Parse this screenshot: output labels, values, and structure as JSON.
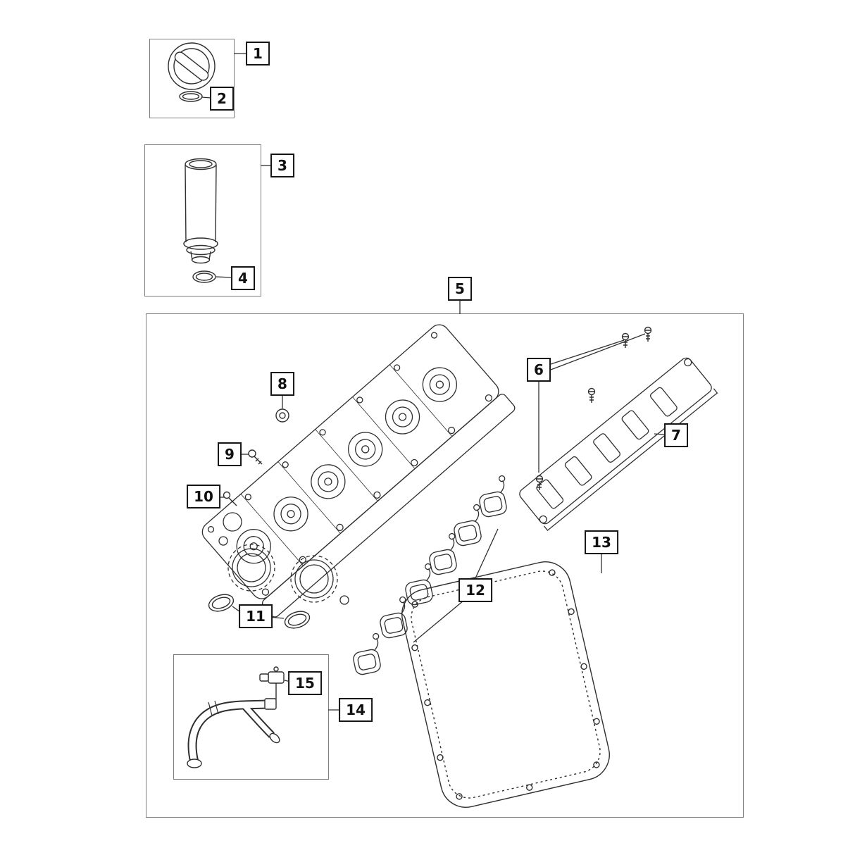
{
  "diagram": {
    "callouts": [
      {
        "label": "1"
      },
      {
        "label": "2"
      },
      {
        "label": "3"
      },
      {
        "label": "4"
      },
      {
        "label": "5"
      },
      {
        "label": "6"
      },
      {
        "label": "7"
      },
      {
        "label": "8"
      },
      {
        "label": "9"
      },
      {
        "label": "10"
      },
      {
        "label": "11"
      },
      {
        "label": "12"
      },
      {
        "label": "13"
      },
      {
        "label": "14"
      },
      {
        "label": "15"
      }
    ]
  },
  "colors": {
    "line": "#2f2f2f",
    "callout_border": "#151515",
    "container_border": "#7d7d7d",
    "background": "#ffffff"
  }
}
